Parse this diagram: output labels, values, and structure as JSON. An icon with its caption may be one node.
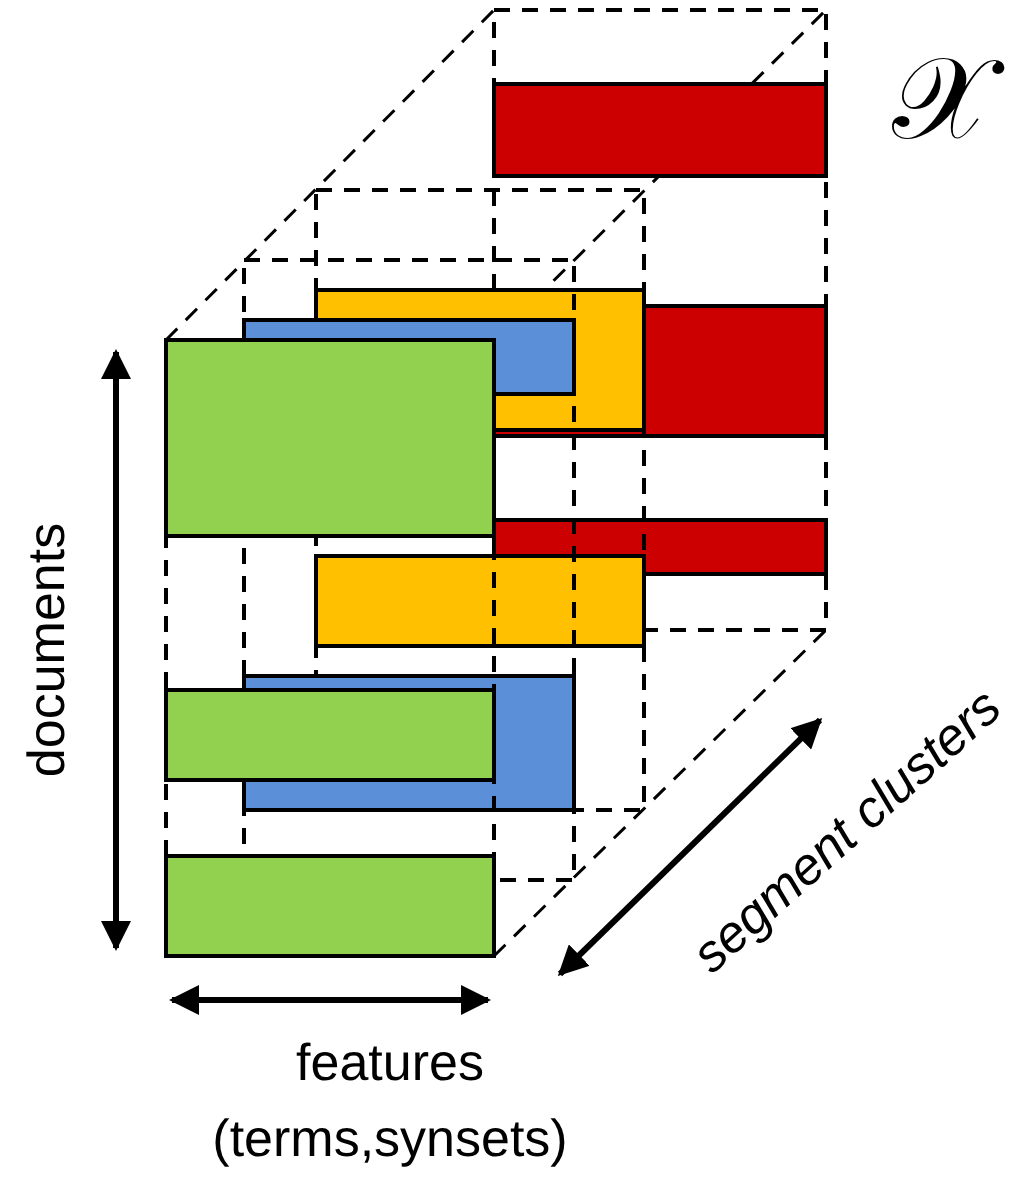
{
  "diagram": {
    "labels": [
      "𝒳",
      "documents",
      "segment clusters",
      "features (terms,synsets)"
    ]
  }
}
